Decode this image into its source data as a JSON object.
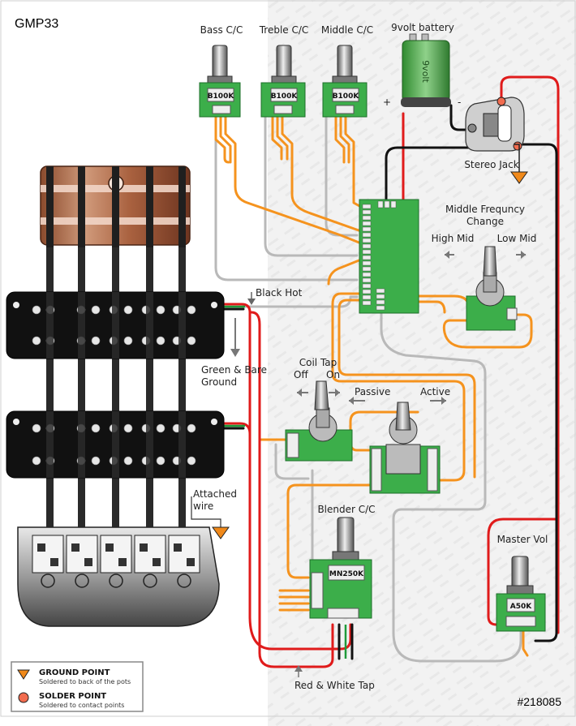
{
  "title": "GMP33",
  "code": "#218085",
  "labels": {
    "bass": "Bass C/C",
    "treble": "Treble C/C",
    "middle": "Middle C/C",
    "battery": "9volt battery",
    "battery_face": "9volt",
    "plus": "+",
    "minus": "-",
    "stereo_jack": "Stereo Jack",
    "mid_freq_1": "Middle Frequncy",
    "mid_freq_2": "Change",
    "high_mid": "High Mid",
    "low_mid": "Low Mid",
    "black_hot": "Black Hot",
    "green_bare_1": "Green & Bare",
    "green_bare_2": "Ground",
    "coil_tap": "Coil Tap",
    "off": "Off",
    "on": "On",
    "passive": "Passive",
    "active": "Active",
    "attached_1": "Attached",
    "attached_2": "wire",
    "blender": "Blender C/C",
    "master": "Master Vol",
    "red_white": "Red & White Tap"
  },
  "pots": {
    "bass": "B100K",
    "treble": "B100K",
    "middle": "B100K",
    "blender": "MN250K",
    "master": "A50K"
  },
  "legend": {
    "ground_title": "GROUND POINT",
    "ground_sub": "Soldered to back of  the pots",
    "solder_title": "SOLDER POINT",
    "solder_sub": "Soldered to contact points"
  },
  "colors": {
    "wire_orange": "#f5931e",
    "wire_gray": "#b9b9b9",
    "wire_black": "#111111",
    "wire_red": "#e01b1b",
    "pcb_green": "#3cae4a",
    "ground_arrow": "#f0891a",
    "solder_dot": "#f26c4f"
  }
}
